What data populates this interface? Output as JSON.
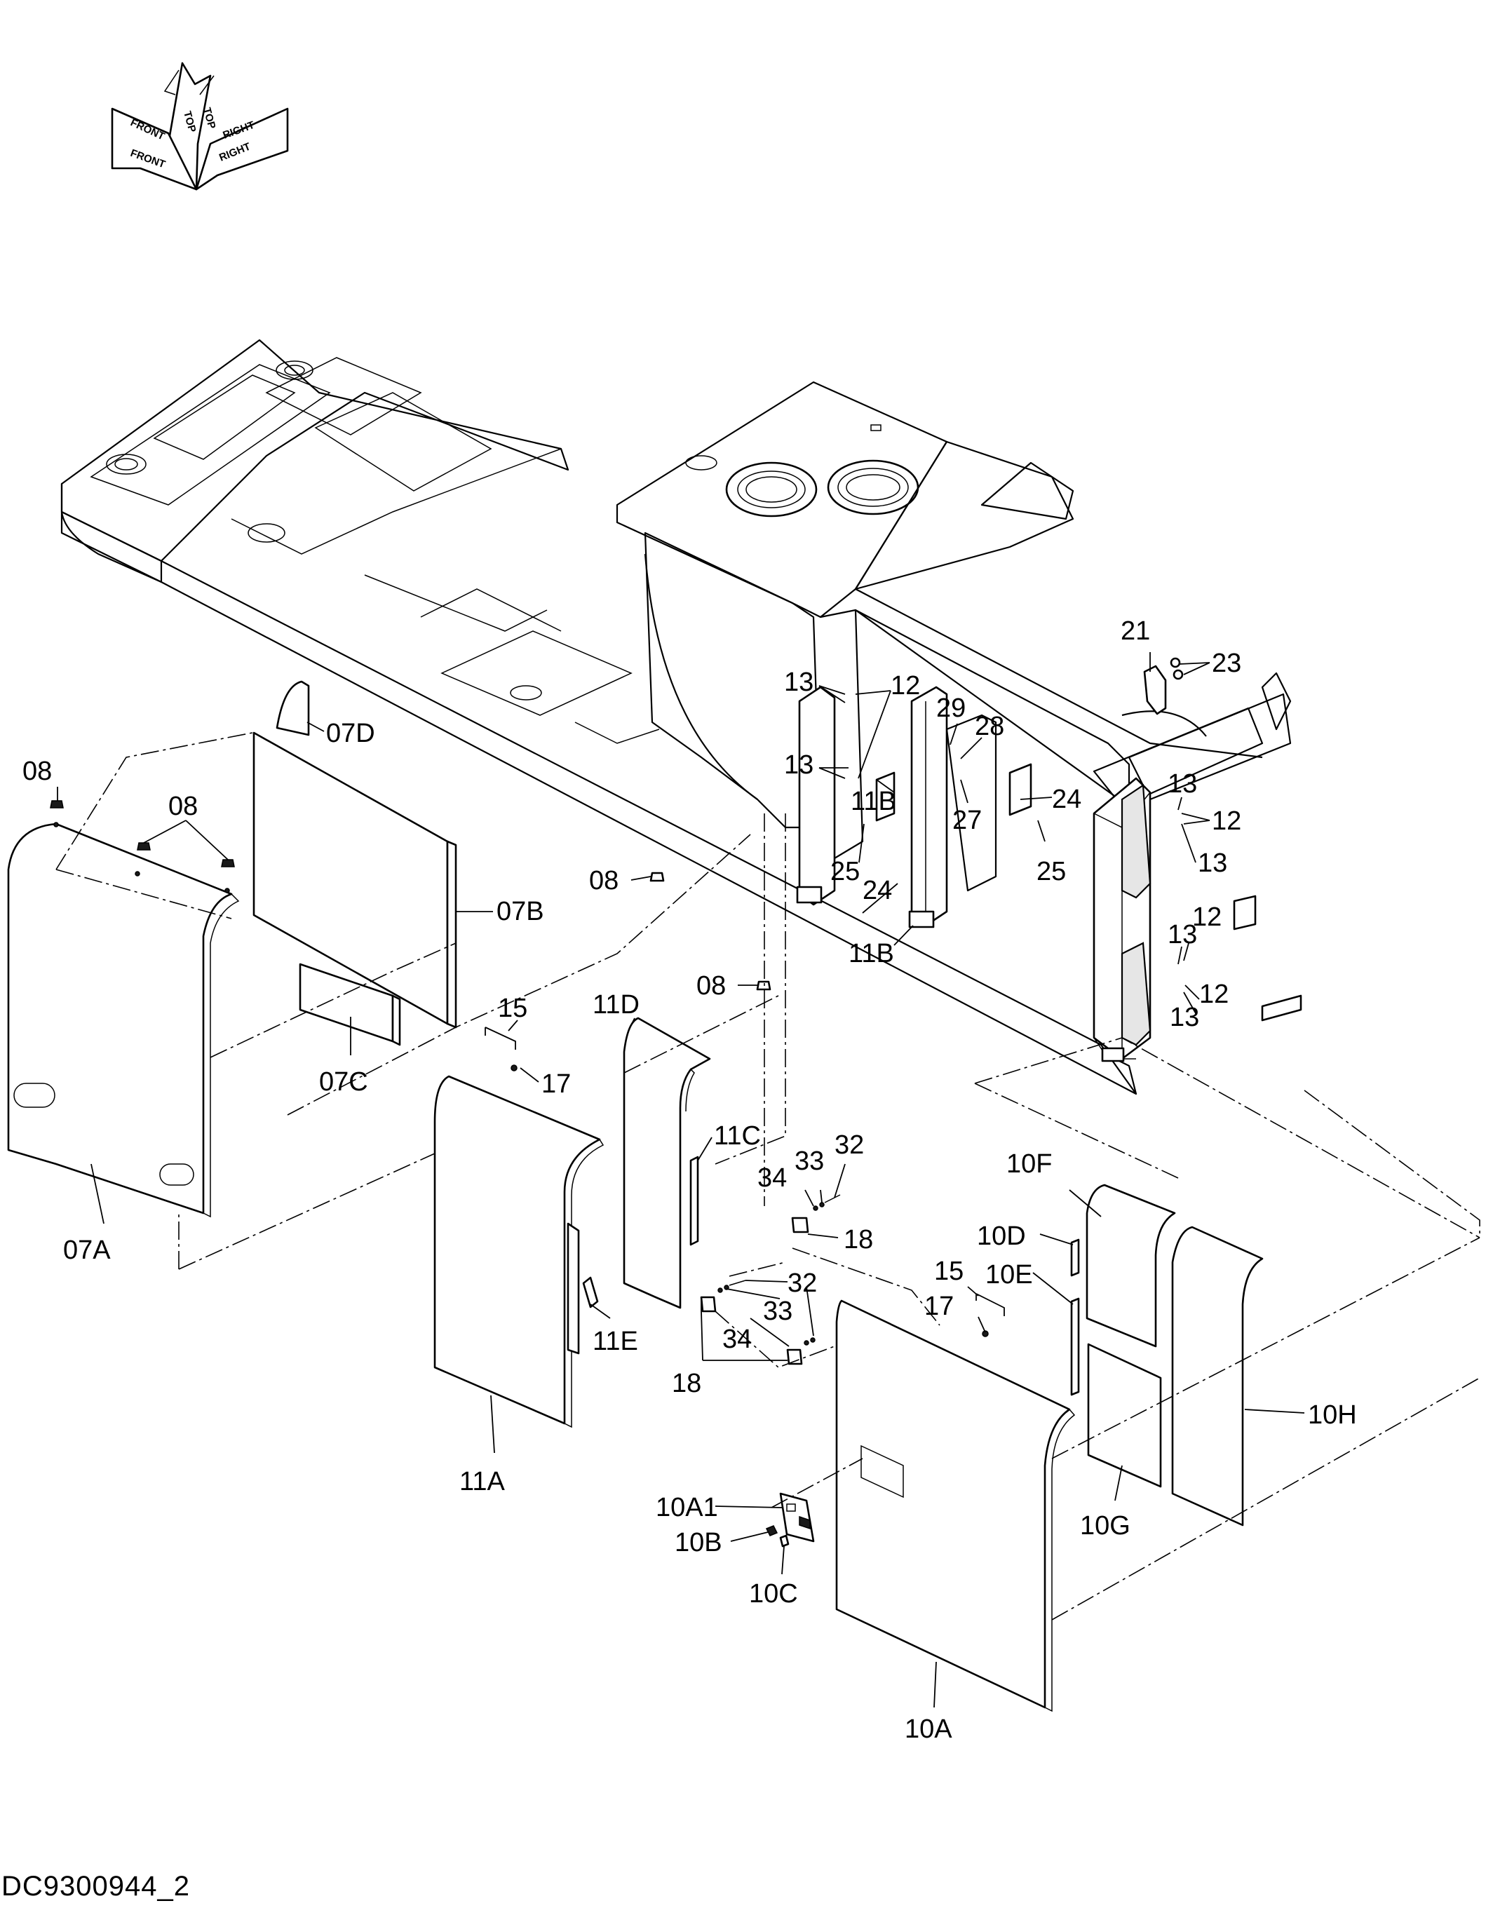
{
  "orientation": {
    "top": "TOP",
    "front": "FRONT",
    "right": "RIGHT"
  },
  "diagram_id": "DC9300944_2",
  "callouts": {
    "c21": "21",
    "c23": "23",
    "c13a": "13",
    "c12a": "12",
    "c13b": "13",
    "c29": "29",
    "c28": "28",
    "c24a": "24",
    "c11Ba": "11B",
    "c27": "27",
    "c25a": "25",
    "c24b": "24",
    "c25b": "25",
    "c11Bb": "11B",
    "c13c": "13",
    "c12b": "12",
    "c13d": "13",
    "c13e": "13",
    "c12c": "12",
    "c12d": "12",
    "c13f": "13",
    "c08a": "08",
    "c08b": "08",
    "c08c": "08",
    "c08d": "08",
    "c07D": "07D",
    "c07B": "07B",
    "c07C": "07C",
    "c07A": "07A",
    "c15a": "15",
    "c17a": "17",
    "c11D": "11D",
    "c11C": "11C",
    "c11A": "11A",
    "c11E": "11E",
    "c33a": "33",
    "c32a": "32",
    "c34a": "34",
    "c18a": "18",
    "c32b": "32",
    "c33b": "33",
    "c34b": "34",
    "c18b": "18",
    "c10F": "10F",
    "c10D": "10D",
    "c15b": "15",
    "c10E": "10E",
    "c17b": "17",
    "c10H": "10H",
    "c10G": "10G",
    "c10A1": "10A1",
    "c10B": "10B",
    "c10C": "10C",
    "c10A": "10A"
  }
}
